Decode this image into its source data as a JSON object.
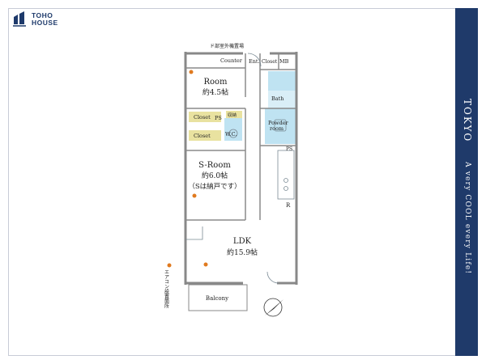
{
  "brand": {
    "line1": "TOHO",
    "line2": "HOUSE"
  },
  "side_band": {
    "city": "TOKYO",
    "slogan": "A very COOL every Life!"
  },
  "floorplan": {
    "top_note": "ド部室外機置場",
    "rooms": {
      "counter": "Counter",
      "entrance": "Ent.",
      "entrance_closet": "Closet",
      "mb": "MB",
      "room": "Room",
      "room_size": "約4.5帖",
      "closet_1": "Closet",
      "closet_2": "Closet",
      "ps_1": "PS",
      "ps_2": "PS",
      "storage": "収納",
      "wc": "W.C.",
      "bath": "Bath",
      "powder_room_1": "Powder",
      "powder_room_2": "room",
      "sroom": "S-Room",
      "sroom_size": "約6.0帖",
      "sroom_note": "（Sは納戸です）",
      "refrigerator": "R",
      "ldk": "LDK",
      "ldk_size": "約15.9帖",
      "balcony": "Balcony"
    },
    "side_note": "エアコン設置箇所"
  },
  "colors": {
    "brand": "#1f3a6a",
    "closet": "#e9e2a0",
    "wet_area": "#bfe3f2",
    "wall": "#888888",
    "outlet_dot": "#e07a1f"
  }
}
